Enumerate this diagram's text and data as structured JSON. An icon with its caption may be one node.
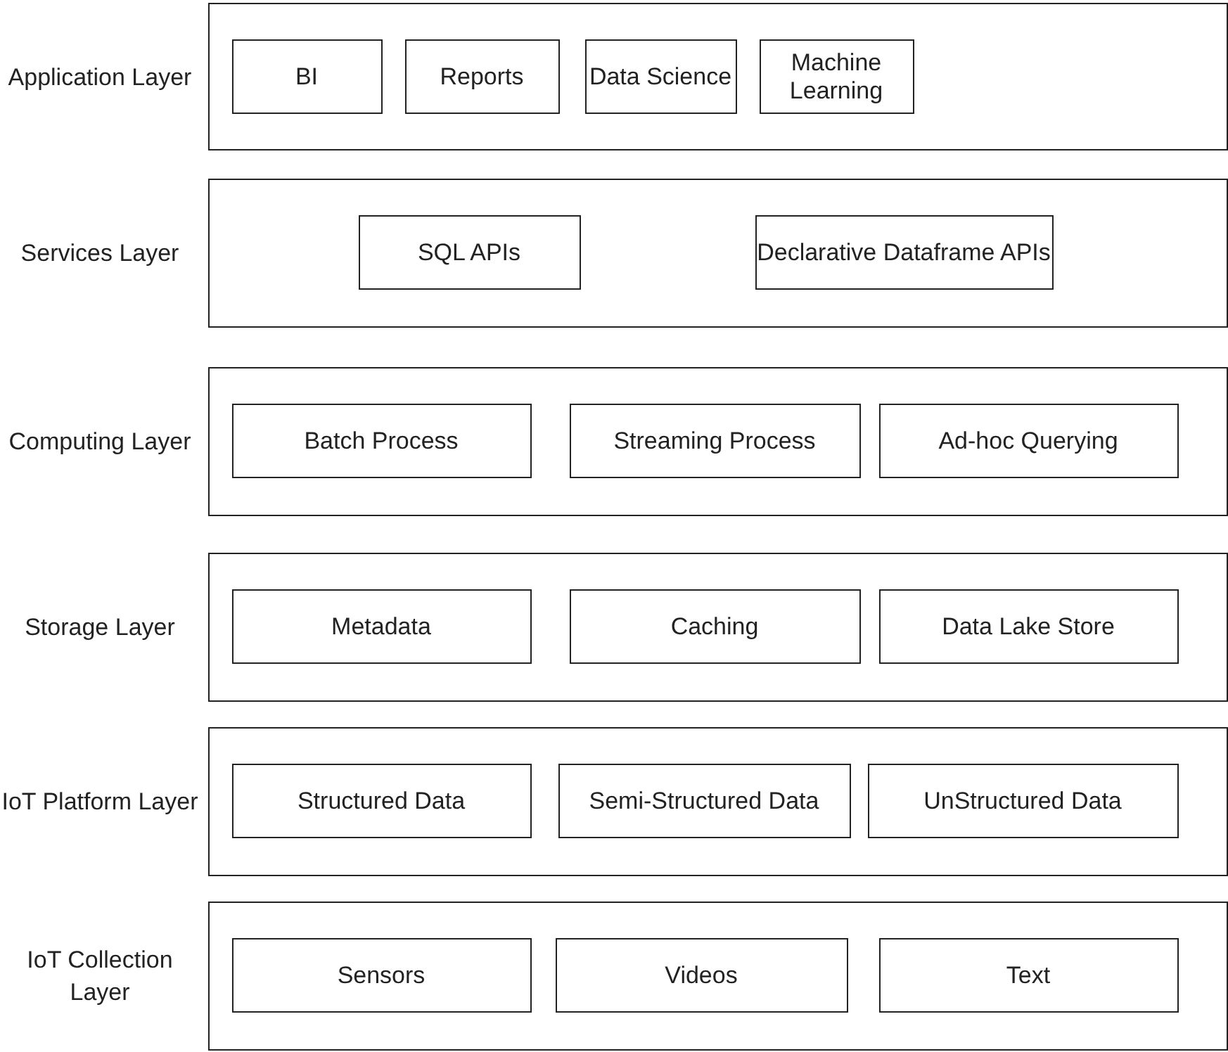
{
  "diagram": {
    "nodes": [
      {
        "text": [
          "Application Layer"
        ]
      },
      {
        "text": [
          "BI"
        ],
        "in": 0
      },
      {
        "text": [
          "Reports"
        ],
        "in": 0
      },
      {
        "text": [
          "Data Science"
        ],
        "in": 0
      },
      {
        "text": [
          "Machine Learning"
        ],
        "in": 0
      },
      {
        "text": [
          "Services Layer"
        ]
      },
      {
        "text": [
          "SQL APIs"
        ],
        "in": 5
      },
      {
        "text": [
          "Declarative Dataframe APIs"
        ],
        "in": 5
      },
      {
        "text": [
          "Computing Layer"
        ]
      },
      {
        "text": [
          "Batch Process"
        ],
        "in": 8
      },
      {
        "text": [
          "Streaming Process"
        ],
        "in": 8
      },
      {
        "text": [
          "Ad-hoc Querying"
        ],
        "in": 8
      },
      {
        "text": [
          "Storage Layer"
        ]
      },
      {
        "text": [
          "Metadata"
        ],
        "in": 12
      },
      {
        "text": [
          "Caching"
        ],
        "in": 12
      },
      {
        "text": [
          "Data Lake Store"
        ],
        "in": 12
      },
      {
        "text": [
          "IoT Platform Layer"
        ]
      },
      {
        "text": [
          "Structured Data"
        ],
        "in": 16
      },
      {
        "text": [
          "Semi-Structured Data"
        ],
        "in": 16
      },
      {
        "text": [
          "UnStructured Data"
        ],
        "in": 16
      },
      {
        "text": [
          "IoT Collection Layer"
        ]
      },
      {
        "text": [
          "Sensors"
        ],
        "in": 20
      },
      {
        "text": [
          "Videos"
        ],
        "in": 20
      },
      {
        "text": [
          "Text"
        ],
        "in": 20
      }
    ]
  }
}
